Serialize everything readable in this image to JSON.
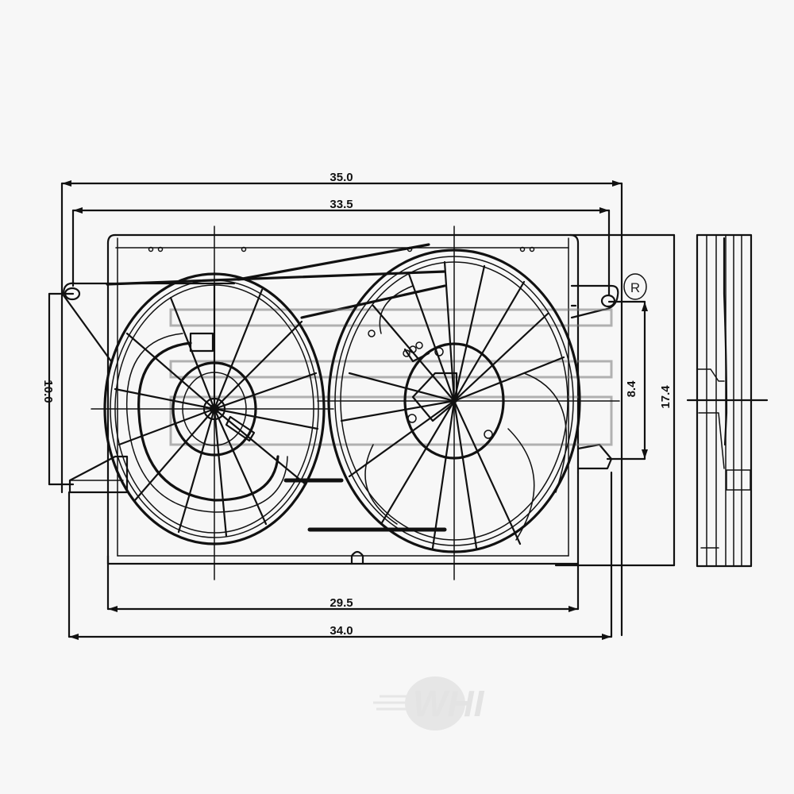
{
  "figure": {
    "subject": "Dual radiator cooling fan assembly – technical drawing",
    "views": [
      "front-view",
      "side-view"
    ]
  },
  "dimensions": {
    "overall_width_top": "35.0",
    "mount_width_top": "33.5",
    "shroud_width_bottom": "29.5",
    "overall_width_bottom": "34.0",
    "left_height": "10.0",
    "right_mount_height": "8.4",
    "overall_height": "17.4"
  },
  "annotations": {
    "right_marker": "R"
  },
  "watermark": {
    "text": "WHI"
  },
  "colors": {
    "line": "#111111",
    "background": "#f7f7f7",
    "watermark": "#e3e3e3"
  }
}
